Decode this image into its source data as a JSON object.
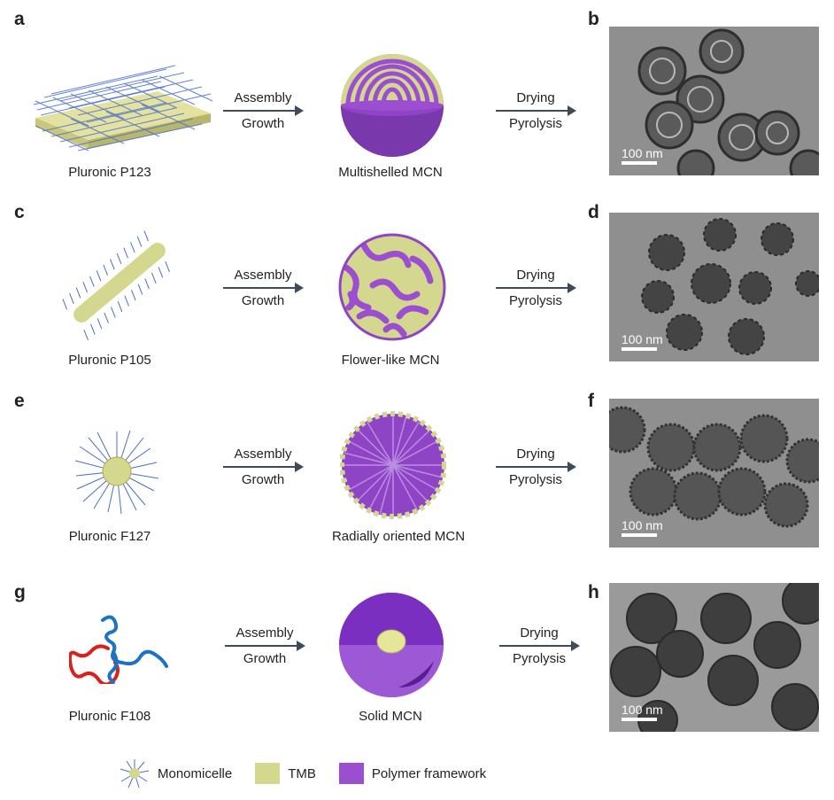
{
  "panels": {
    "a": "a",
    "b": "b",
    "c": "c",
    "d": "d",
    "e": "e",
    "f": "f",
    "g": "g",
    "h": "h"
  },
  "rows": [
    {
      "template": "Pluronic P123",
      "product": "Multishelled MCN",
      "step1_top": "Assembly",
      "step1_bottom": "Growth",
      "step2_top": "Drying",
      "step2_bottom": "Pyrolysis",
      "scale": "100 nm"
    },
    {
      "template": "Pluronic P105",
      "product": "Flower-like MCN",
      "step1_top": "Assembly",
      "step1_bottom": "Growth",
      "step2_top": "Drying",
      "step2_bottom": "Pyrolysis",
      "scale": "100 nm"
    },
    {
      "template": "Pluronic F127",
      "product": "Radially oriented MCN",
      "step1_top": "Assembly",
      "step1_bottom": "Growth",
      "step2_top": "Drying",
      "step2_bottom": "Pyrolysis",
      "scale": "100 nm"
    },
    {
      "template": "Pluronic F108",
      "product": "Solid MCN",
      "step1_top": "Assembly",
      "step1_bottom": "Growth",
      "step2_top": "Drying",
      "step2_bottom": "Pyrolysis",
      "scale": "100 nm"
    }
  ],
  "legend": {
    "monomicelle": "Monomicelle",
    "tmb": "TMB",
    "polymer": "Polymer framework"
  },
  "colors": {
    "tmb": "#d4d88f",
    "polymer": "#9b4fd0",
    "arrow": "#3d4b5a",
    "micelle_blue": "#4a6fc9",
    "chain_red": "#d9201c"
  }
}
